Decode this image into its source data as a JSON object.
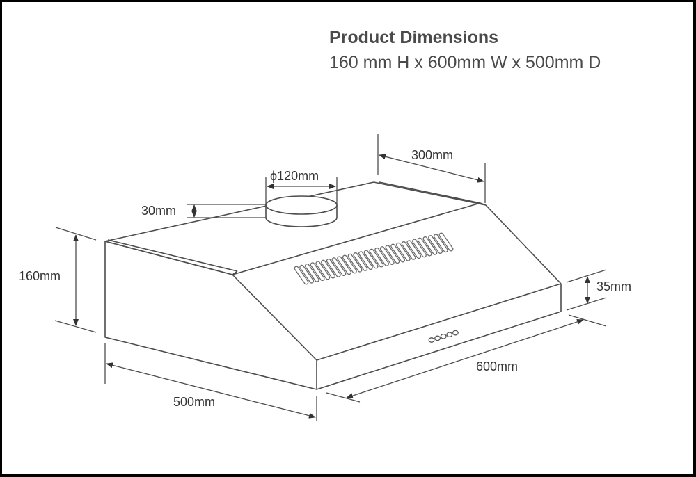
{
  "header": {
    "title": "Product Dimensions",
    "subtitle": "160 mm H x 600mm W x 500mm D"
  },
  "diagram": {
    "subject": "range-hood",
    "line_color": "#4d4d4d",
    "frame_color": "#000000",
    "labels": {
      "duct_diameter": "ϕ120mm",
      "duct_height": "30mm",
      "top_depth": "300mm",
      "height": "160mm",
      "front_lip_height": "35mm",
      "width": "600mm",
      "depth": "500mm"
    },
    "vent_slot_count": 28,
    "control_button_count": 5
  }
}
